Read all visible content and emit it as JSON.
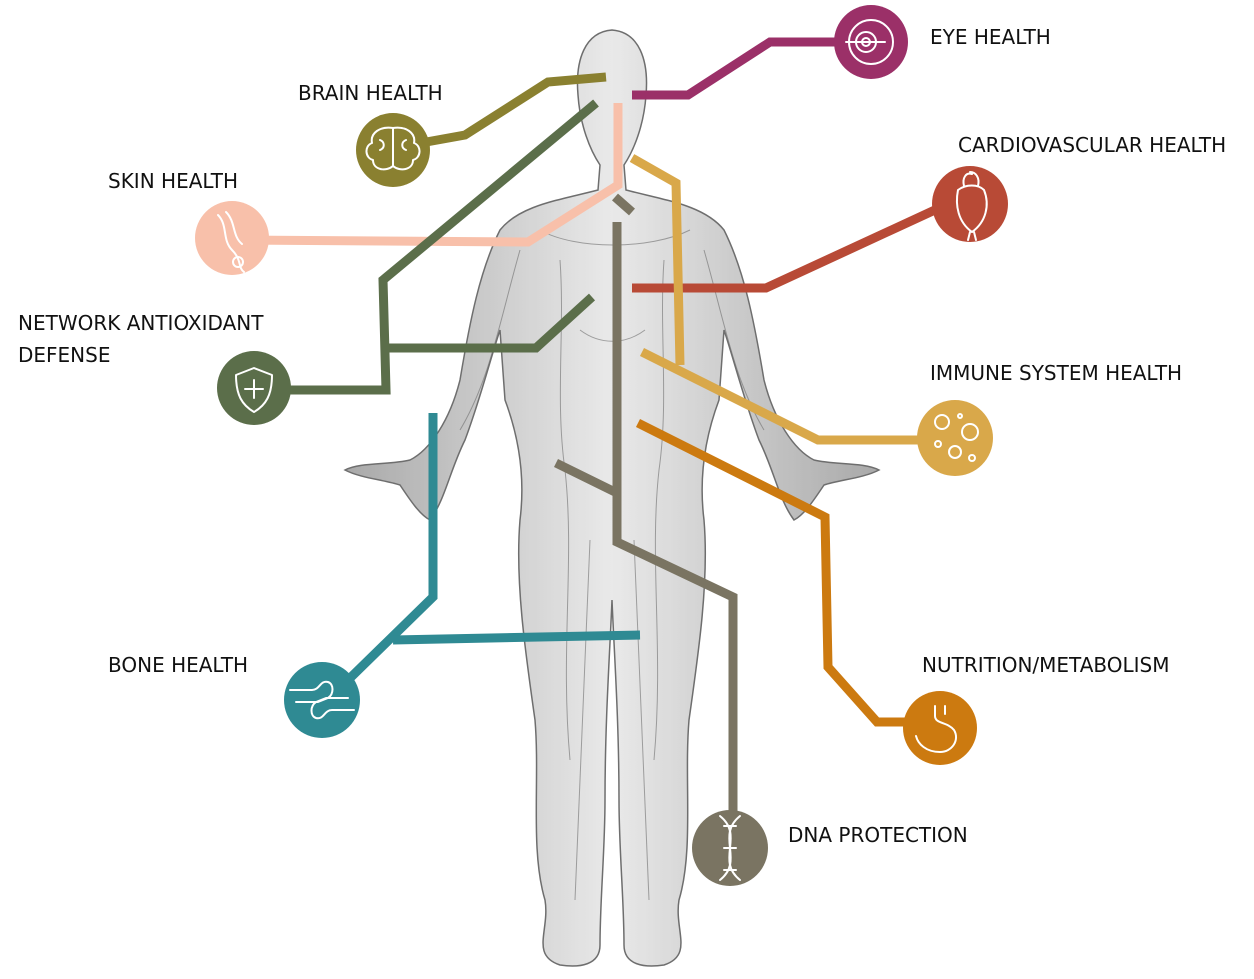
{
  "diagram": {
    "labels": {
      "eye": "EYE HEALTH",
      "brain": "BRAIN HEALTH",
      "cardio": "CARDIOVASCULAR HEALTH",
      "skin": "SKIN HEALTH",
      "antioxidant_1": "NETWORK ANTIOXIDANT",
      "antioxidant_2": "DEFENSE",
      "immune": "IMMUNE SYSTEM HEALTH",
      "bone": "BONE HEALTH",
      "nutrition": "NUTRITION/METABOLISM",
      "dna": "DNA  PROTECTION"
    },
    "icons": {
      "eye": "eye-icon",
      "brain": "brain-icon",
      "cardio": "heart-icon",
      "skin": "skin-icon",
      "antioxidant": "shield-plus-icon",
      "immune": "cells-icon",
      "bone": "joint-icon",
      "nutrition": "stomach-icon",
      "dna": "dna-helix-icon"
    },
    "colors": {
      "eye": "#9b3068",
      "brain": "#8a8030",
      "cardio": "#b84a36",
      "skin": "#f8c0aa",
      "antioxidant": "#5b6e4a",
      "immune": "#d9a84a",
      "bone": "#2f8a93",
      "nutrition": "#cc7a10",
      "dna": "#7a7462"
    },
    "figure": "human-body-circulatory-figure"
  }
}
